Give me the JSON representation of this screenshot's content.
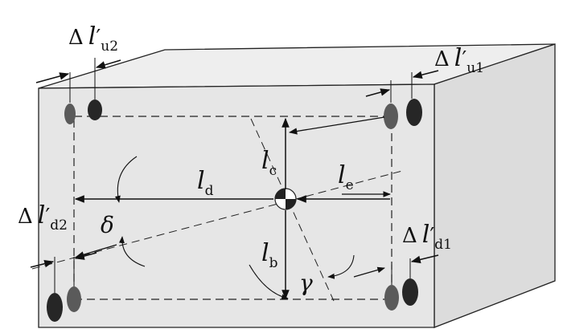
{
  "labels": {
    "du2": {
      "delta": "Δ",
      "sym": "l",
      "prime": "′",
      "sub": "u2"
    },
    "du1": {
      "delta": "Δ",
      "sym": "l",
      "prime": "′",
      "sub": "u1"
    },
    "dd2": {
      "delta": "Δ",
      "sym": "l",
      "prime": "′",
      "sub": "d2"
    },
    "dd1": {
      "delta": "Δ",
      "sym": "l",
      "prime": "′",
      "sub": "d1"
    },
    "lc": {
      "sym": "l",
      "sub": "c"
    },
    "ld": {
      "sym": "l",
      "sub": "d"
    },
    "le": {
      "sym": "l",
      "sub": "e"
    },
    "lb": {
      "sym": "l",
      "sub": "b"
    },
    "delta_angle": "δ",
    "gamma_angle": "γ"
  },
  "colors": {
    "face_front": "#e6e6e6",
    "face_top": "#eeeeee",
    "face_side": "#dcdcdc",
    "edge": "#222222",
    "bolt_light": "#5a5a5a",
    "bolt_dark": "#262626"
  }
}
